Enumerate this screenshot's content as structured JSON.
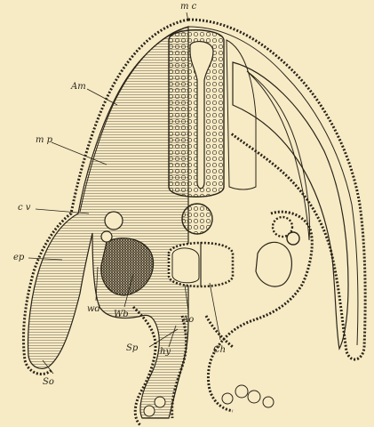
{
  "labels": {
    "mc": "m c",
    "am": "Am",
    "mp": "m p",
    "cv": "c v",
    "ep": "ep",
    "wd": "wd",
    "wb": "Wb",
    "ao": "Ao",
    "sp": "Sp",
    "hy": "hy",
    "ch": "Ch",
    "so": "So"
  },
  "colors": {
    "paper": "#f7ebc6",
    "ink": "#2a2418",
    "tissue_left": "#c9bfa2",
    "hatch": "#8d846c"
  }
}
